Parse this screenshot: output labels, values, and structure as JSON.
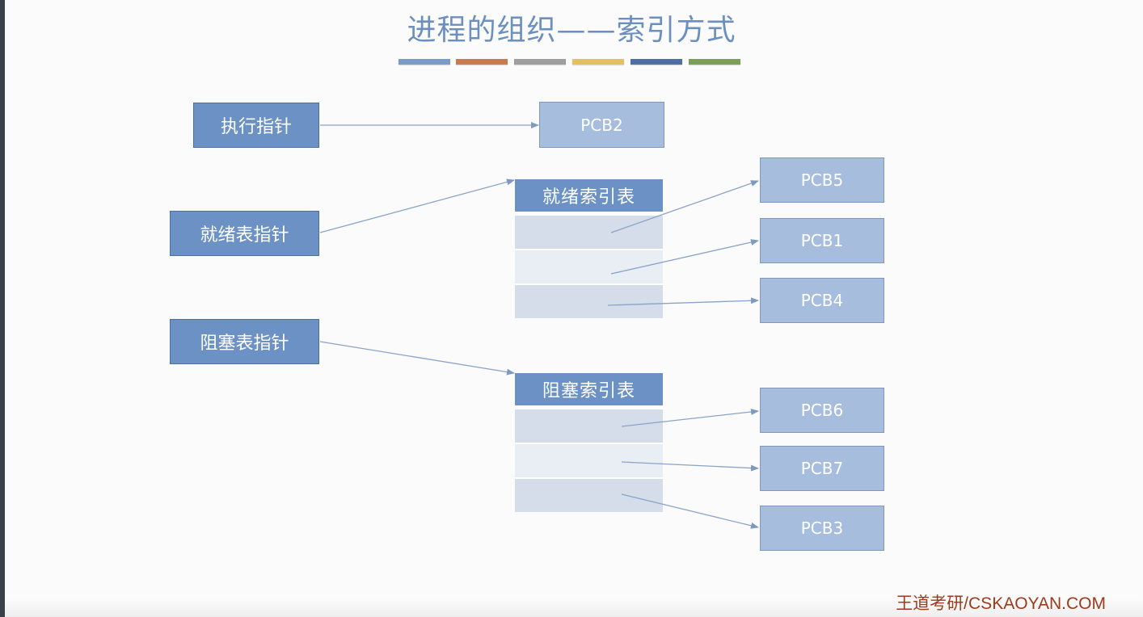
{
  "title": "进程的组织——索引方式",
  "color_bars": [
    "#7a9cc6",
    "#c87a50",
    "#9e9e9e",
    "#e3c062",
    "#4f6fa4",
    "#7c9f58"
  ],
  "pointers": {
    "exec": "执行指针",
    "ready": "就绪表指针",
    "blocked": "阻塞表指针"
  },
  "tables": {
    "ready": "就绪索引表",
    "blocked": "阻塞索引表"
  },
  "pcbs": {
    "pcb2": "PCB2",
    "pcb5": "PCB5",
    "pcb1": "PCB1",
    "pcb4": "PCB4",
    "pcb6": "PCB6",
    "pcb7": "PCB7",
    "pcb3": "PCB3"
  },
  "watermark": "王道考研/CSKAOYAN.COM"
}
